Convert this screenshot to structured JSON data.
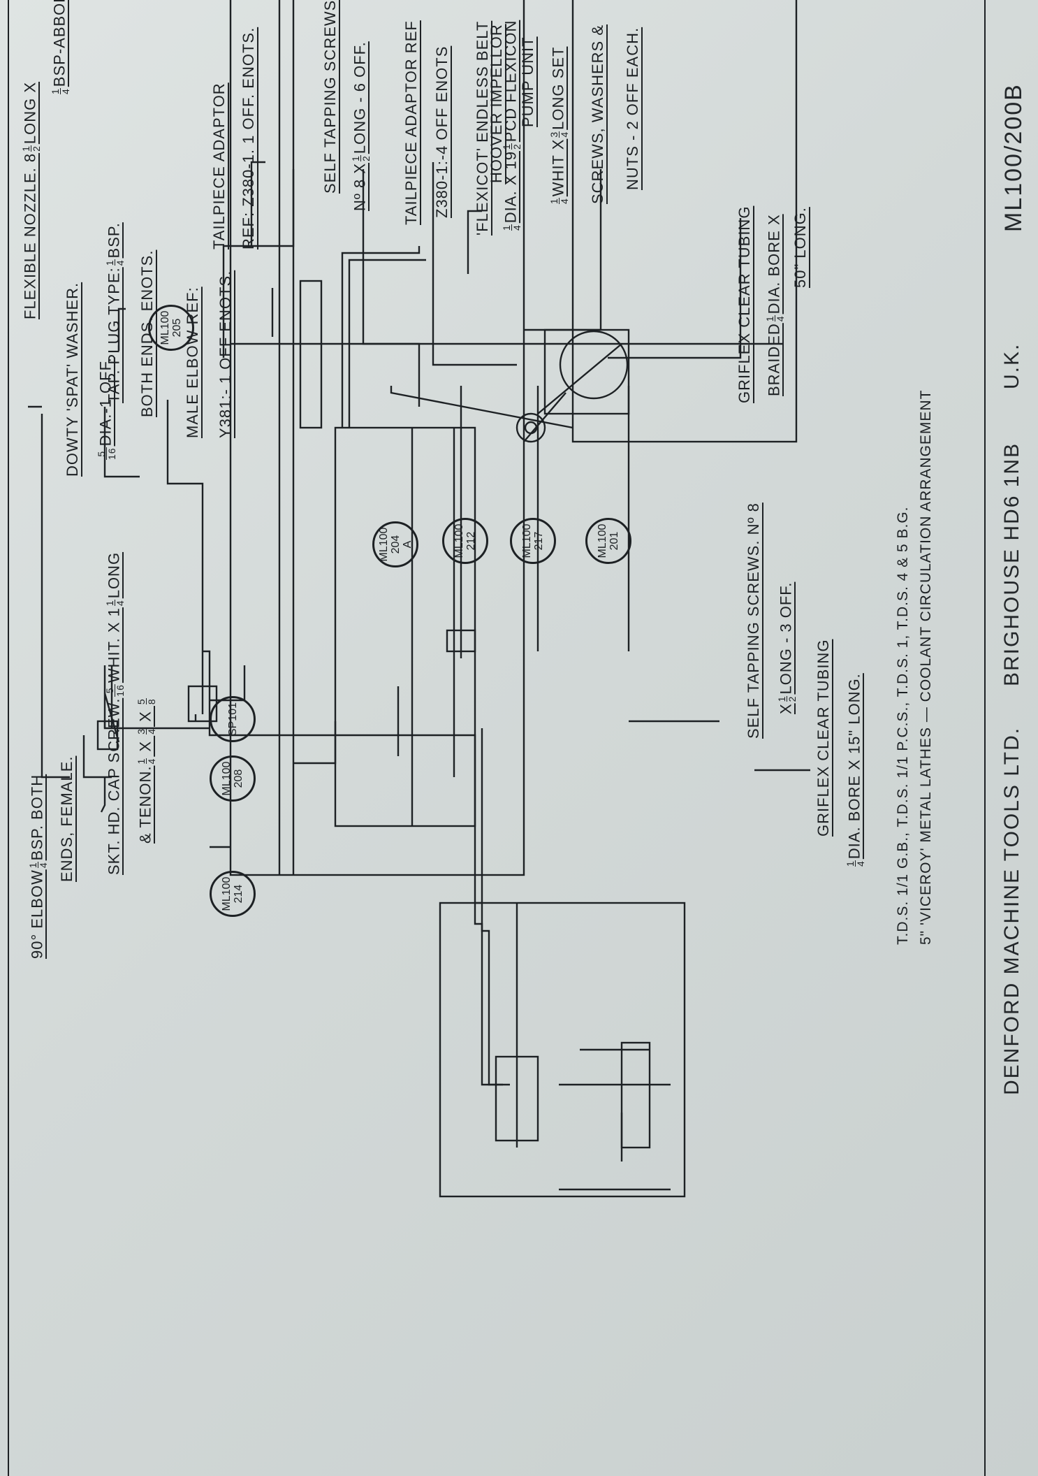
{
  "drawing": {
    "company": "DENFORD MACHINE TOOLS LTD.",
    "location": "BRIGHOUSE HD6 1NB",
    "country": "U.K.",
    "drawing_number": "ML100/200B",
    "subtitle_line1": "T.D.S. 1/1 G.B., T.D.S. 1/1 P.C.S., T.D.S. 1, T.D.S. 4 & 5 B.G.",
    "subtitle_line2": "5\" 'VICEROY' METAL LATHES — COOLANT CIRCULATION ARRANGEMENT"
  },
  "callouts": {
    "flexible_nozzle_1": "FLEXIBLE NOZZLE. 8",
    "flexible_nozzle_1b": "LONG X",
    "flexible_nozzle_2": "BSP-ABBOFLEX.",
    "tap_plug_1": "TAP. PLUG TYPE:",
    "tap_plug_1b": "BSP.",
    "tap_plug_2": "BOTH ENDS. ENOTS.",
    "male_elbow_1": "MALE ELBOW REF:",
    "male_elbow_2": "Y381:- 1 OFF ENOTS.",
    "self_tap_1": "SELF TAPPING SCREWS.",
    "self_tap_2a": "Nº 8 X",
    "self_tap_2b": "LONG - 6 OFF.",
    "tailpiece_1": "TAILPIECE ADAPTOR REF",
    "tailpiece_2": "Z380-1:-4 OFF ENOTS",
    "hoover_1": "HOOVER IMPELLOR",
    "hoover_2": "PUMP UNIT",
    "set_screws_1b": "WHIT X",
    "set_screws_1c": "LONG SET",
    "set_screws_2": "SCREWS, WASHERS &",
    "set_screws_3": "NUTS - 2 OFF EACH.",
    "griflex_braided_1": "GRIFLEX CLEAR TUBING",
    "griflex_braided_2a": "BRAIDED",
    "griflex_braided_2b": "DIA. BORE X",
    "griflex_braided_3": "50\" LONG.",
    "elbow_90_1a": "90° ELBOW",
    "elbow_90_1b": "BSP. BOTH",
    "elbow_90_2": "ENDS, FEMALE.",
    "skt_cap_1a": "SKT. HD. CAP SCREW.",
    "skt_cap_1b": "WHIT. X 1",
    "skt_cap_1c": "LONG",
    "tenon_a": "& TENON.",
    "griflex_clear_1": "GRIFLEX CLEAR TUBING",
    "griflex_clear_2a": "DIA. BORE X 15\" LONG.",
    "self_tap_b_1": "SELF TAPPING SCREWS. Nº 8",
    "self_tap_b_2a": "X",
    "self_tap_b_2b": "LONG - 3 OFF.",
    "dowty_1": "DOWTY 'SPAT' WASHER.",
    "dowty_2": "DIA.-1 OFF.",
    "tailpiece_b_1": "TAILPIECE ADAPTOR",
    "tailpiece_b_2": "REF: Z380-1. 1 OFF. ENOTS.",
    "flexicot_1": "'FLEXICOT' ENDLESS BELT",
    "flexicot_2": "DIA. X 19",
    "flexicot_2b": "PCD FLEXICON"
  },
  "fractions": {
    "half": [
      "1",
      "2"
    ],
    "quarter": [
      "1",
      "4"
    ],
    "three_quarter": [
      "3",
      "4"
    ],
    "five_sixteenth": [
      "5",
      "16"
    ],
    "five_eighth": [
      "5",
      "8"
    ]
  },
  "balloons": {
    "b214": [
      "ML100",
      "214"
    ],
    "b208": [
      "ML100",
      "208"
    ],
    "sp101": [
      "SP101"
    ],
    "b205": [
      "ML100",
      "205"
    ],
    "b204a": [
      "ML100",
      "204",
      "A"
    ],
    "b212": [
      "ML100",
      "212"
    ],
    "b217": [
      "ML100",
      "217"
    ],
    "b201": [
      "ML100",
      "201"
    ]
  },
  "colors": {
    "ink": "#1d2124",
    "paper": "#d7dcdb"
  }
}
